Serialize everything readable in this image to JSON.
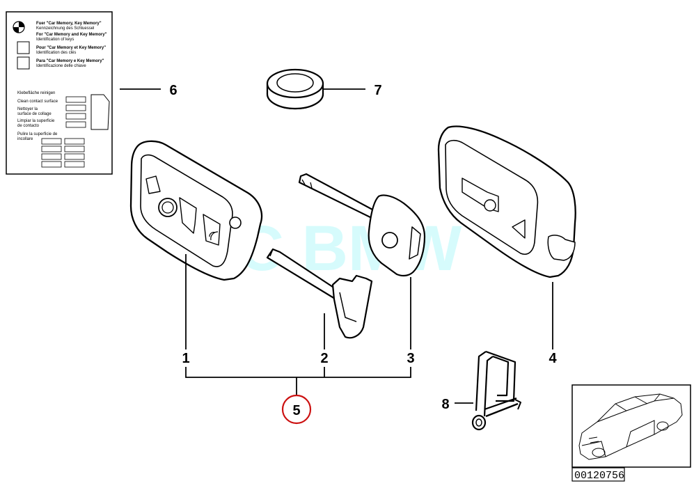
{
  "callouts": [
    "1",
    "2",
    "3",
    "4",
    "5",
    "6",
    "7",
    "8"
  ],
  "highlight_color": "#cc1111",
  "watermark": "HC BMW",
  "reference_number": "00120756",
  "card": {
    "line1": "Fuer \"Car Memory, Key Memory\"",
    "line1b": "Kennzeichnung des Schluessel",
    "line2": "For \"Car Memory and Key Memory\"",
    "line2b": "Identification of keys",
    "line3": "Pour \"Car Memory et Key Memory\"",
    "line3b": "Identification des clés",
    "line4": "Para \"Car Memory e Key Memory\"",
    "line4b": "Identificazione delle chiave",
    "clean1": "Klebefläche reinigen",
    "clean2": "Clean contact surface",
    "clean3": "Nettoyer la",
    "clean3b": "surface de collage",
    "clean4": "Limpiar la superficie",
    "clean4b": "de contacto",
    "clean5": "Pulire la superficie de",
    "clean5b": "incollare"
  }
}
